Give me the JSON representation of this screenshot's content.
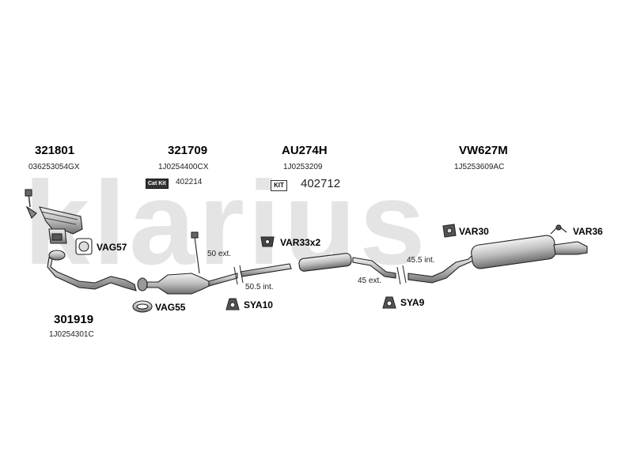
{
  "watermark": "klarius",
  "parts": {
    "manifold": {
      "part_no": "321801",
      "ref": "036253054GX"
    },
    "catalyst": {
      "part_no": "321709",
      "ref": "1J0254400CX",
      "badge": "Cat Kit",
      "kit_no": "402214"
    },
    "centre": {
      "part_no": "AU274H",
      "ref": "1J0253209",
      "badge": "KIT",
      "kit_no": "402712"
    },
    "rear": {
      "part_no": "VW627M",
      "ref": "1J5253609AC"
    },
    "front_pipe": {
      "part_no": "301919",
      "ref": "1J0254301C"
    }
  },
  "fittings": {
    "vag57": "VAG57",
    "vag55": "VAG55",
    "sya10": "SYA10",
    "var33": "VAR33x2",
    "var30": "VAR30",
    "var36": "VAR36",
    "sya9": "SYA9"
  },
  "dimensions": {
    "d1": "50 ext.",
    "d2": "50.5 int.",
    "d3": "45.5 int.",
    "d4": "45 ext."
  }
}
